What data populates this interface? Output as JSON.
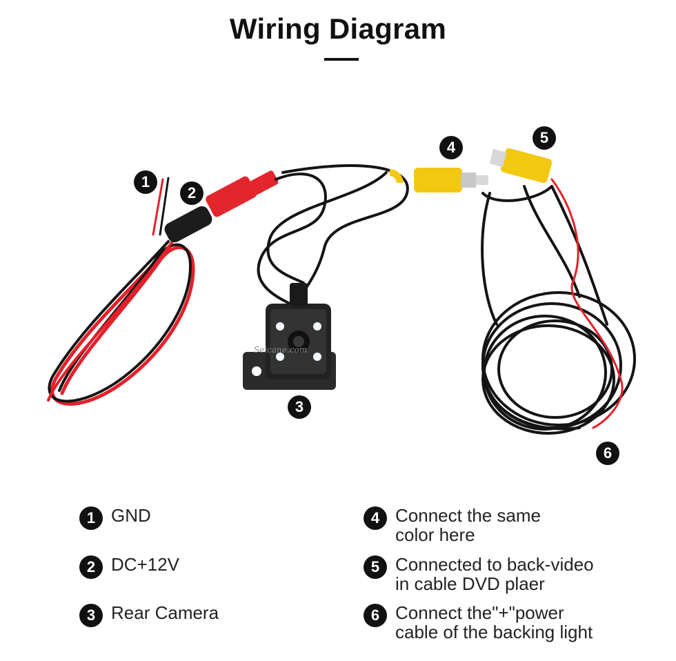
{
  "header": {
    "title": "Wiring Diagram"
  },
  "watermark": "Seicane.com",
  "callouts": [
    {
      "number": "1"
    },
    {
      "number": "2"
    },
    {
      "number": "3"
    },
    {
      "number": "4"
    },
    {
      "number": "5"
    },
    {
      "number": "6"
    }
  ],
  "legend": [
    {
      "number": "1",
      "lines": [
        "GND"
      ]
    },
    {
      "number": "2",
      "lines": [
        "DC+12V"
      ]
    },
    {
      "number": "3",
      "lines": [
        "Rear Camera"
      ]
    },
    {
      "number": "4",
      "lines": [
        "Connect the same",
        "color here"
      ]
    },
    {
      "number": "5",
      "lines": [
        "Connected to back-video",
        "in cable  DVD plaer"
      ]
    },
    {
      "number": "6",
      "lines": [
        "Connect the\"+\"power",
        "cable of the backing light"
      ]
    }
  ],
  "colors": {
    "wire_red": "#e5202a",
    "wire_black": "#141414",
    "connector_yellow": "#f2c811",
    "connector_red": "#e3262c",
    "camera_body": "#2a2a2a",
    "led": "#f4f8ff"
  }
}
